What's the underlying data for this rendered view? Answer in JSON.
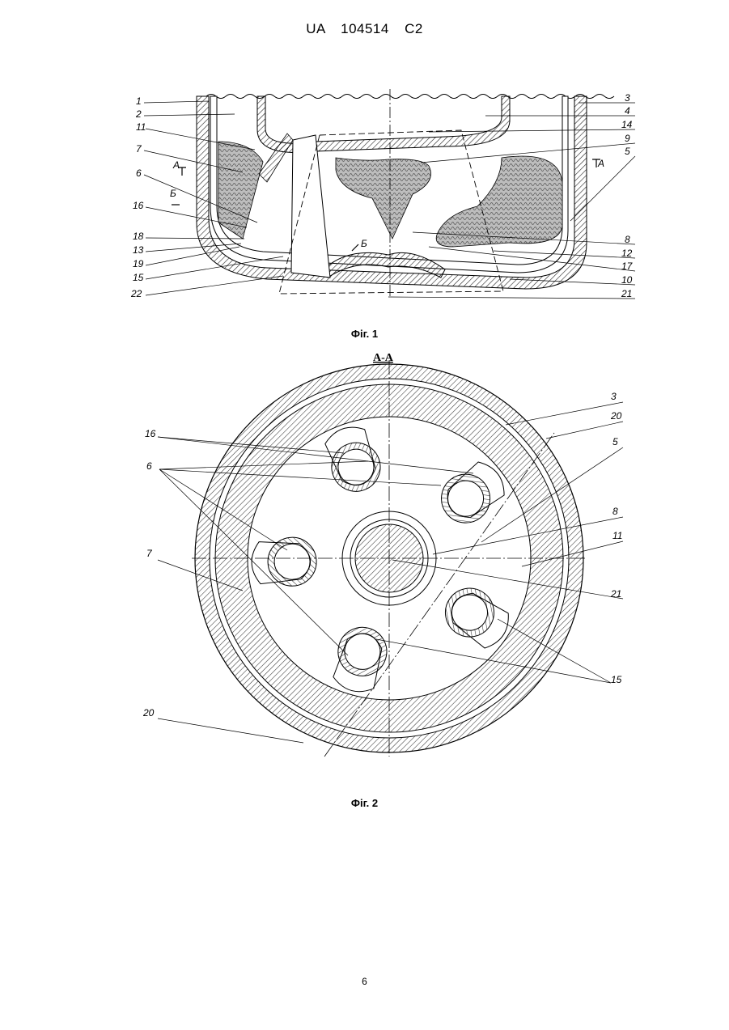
{
  "header": {
    "country": "UA",
    "number": "104514",
    "kind": "C2"
  },
  "figures": [
    {
      "caption": "Фіг. 1",
      "section_marks": [
        "А",
        "А",
        "Б",
        "Б"
      ],
      "labels_left": [
        "1",
        "2",
        "11",
        "7",
        "6",
        "16",
        "18",
        "13",
        "19",
        "15",
        "22"
      ],
      "labels_right": [
        "3",
        "4",
        "14",
        "9",
        "5",
        "8",
        "12",
        "17",
        "10",
        "21"
      ]
    },
    {
      "caption": "Фіг. 2",
      "section_title": "А-А",
      "labels_left": [
        "16",
        "6",
        "7",
        "20"
      ],
      "labels_right": [
        "3",
        "20",
        "5",
        "8",
        "11",
        "21",
        "15"
      ]
    }
  ],
  "page_number": "6"
}
